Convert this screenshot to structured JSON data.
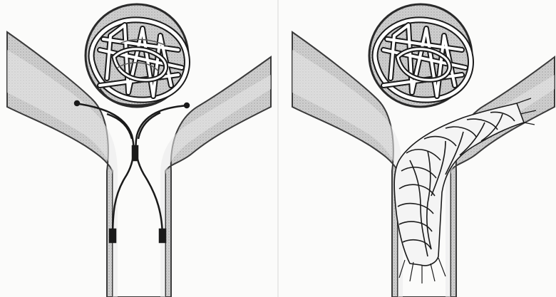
{
  "figure": {
    "panels": [
      {
        "name": "left-panel",
        "content": [
          "aneurysm-with-coils",
          "y-bifurcation-vessel",
          "dual-microcatheters-with-tips"
        ]
      },
      {
        "name": "right-panel",
        "content": [
          "aneurysm-with-coils",
          "y-bifurcation-vessel",
          "braided-stent"
        ]
      }
    ],
    "colors": {
      "vessel_wall": "#3a3a3a",
      "vessel_fill": "#c9c9c9",
      "vessel_lumen": "#efefef",
      "background": "#fbfbfa",
      "coil_stroke": "#1a1a1a",
      "coil_highlight": "#ffffff"
    },
    "icon_names": [
      "aneurysm-icon",
      "coil-mass-icon",
      "microcatheter-icon",
      "stent-icon"
    ]
  }
}
